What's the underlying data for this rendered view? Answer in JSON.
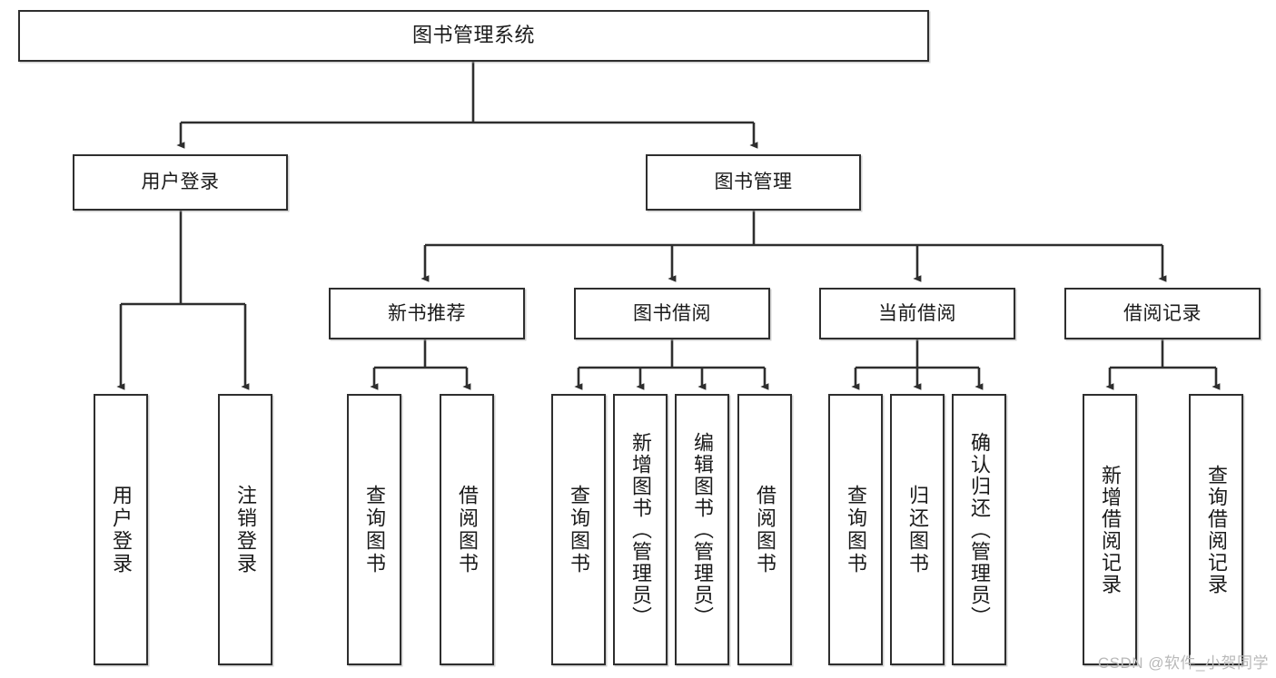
{
  "diagram": {
    "type": "tree",
    "title": "图书管理系统",
    "watermark": "CSDN @软件_小贺同学",
    "colors": {
      "box_border": "#2e2e2e",
      "box_fill": "#ffffff",
      "edge": "#2e2e2e",
      "text": "#1a1a1a",
      "watermark": "#b9b9b9"
    },
    "levels": {
      "root": "图书管理系统",
      "level2": [
        "用户登录",
        "图书管理"
      ],
      "level3": [
        "新书推荐",
        "图书借阅",
        "当前借阅",
        "借阅记录"
      ]
    },
    "nodes": {
      "root": {
        "label": "图书管理系统"
      },
      "user_login": {
        "label": "用户登录"
      },
      "book_manage": {
        "label": "图书管理"
      },
      "new_book_rec": {
        "label": "新书推荐"
      },
      "book_borrow": {
        "label": "图书借阅"
      },
      "current_borrow": {
        "label": "当前借阅"
      },
      "borrow_record": {
        "label": "借阅记录"
      }
    },
    "leaves": {
      "user_login": [
        {
          "label": "用户登录"
        },
        {
          "label": "注销登录"
        }
      ],
      "new_book_rec": [
        {
          "label": "查询图书"
        },
        {
          "label": "借阅图书"
        }
      ],
      "book_borrow": [
        {
          "label": "查询图书"
        },
        {
          "label": "新增图书（管理员）"
        },
        {
          "label": "编辑图书（管理员）"
        },
        {
          "label": "借阅图书"
        }
      ],
      "current_borrow": [
        {
          "label": "查询图书"
        },
        {
          "label": "归还图书"
        },
        {
          "label": "确认归还（管理员）"
        }
      ],
      "borrow_record": [
        {
          "label": "新增借阅记录"
        },
        {
          "label": "查询借阅记录"
        }
      ]
    }
  }
}
